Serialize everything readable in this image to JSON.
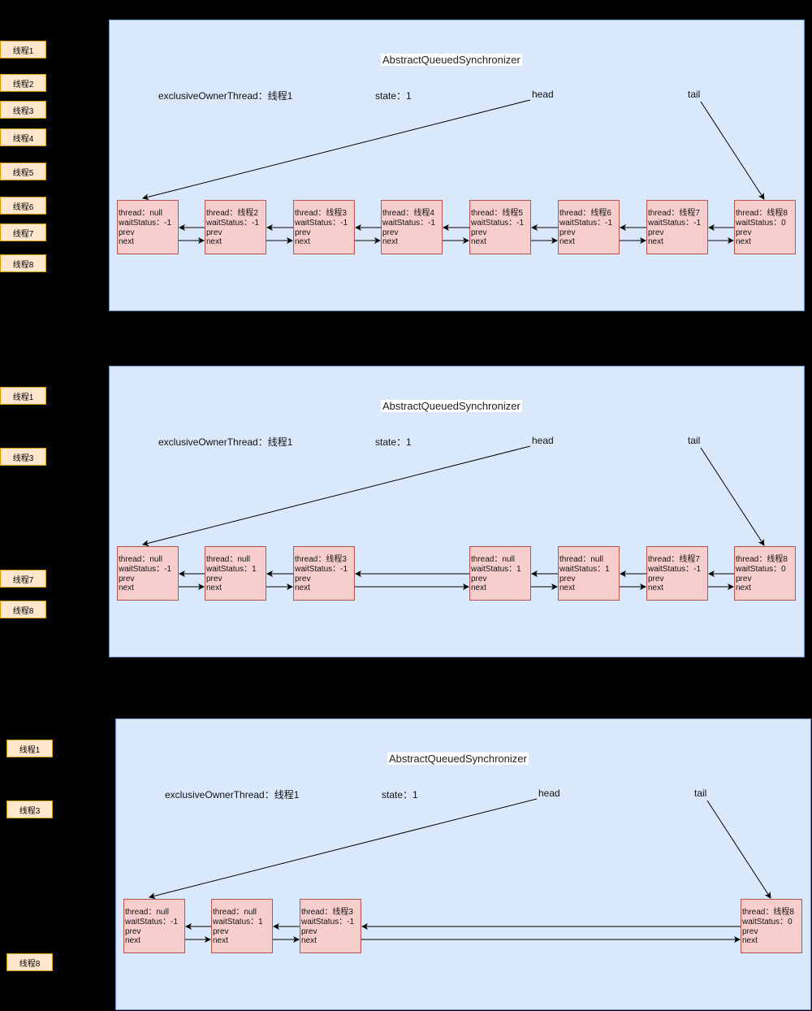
{
  "labels": {
    "thread": "thread：",
    "waitStatus": "waitStatus：",
    "prev": "prev",
    "next": "next"
  },
  "panels": [
    {
      "title": "AbstractQueuedSynchronizer",
      "owner": "exclusiveOwnerThread：线程1",
      "state": "state：1",
      "head": "head",
      "tail": "tail",
      "threads": [
        "线程1",
        "线程2",
        "线程3",
        "线程4",
        "线程5",
        "线程6",
        "线程7",
        "线程8"
      ],
      "nodes": [
        {
          "thread": "null",
          "waitStatus": "-1"
        },
        {
          "thread": "线程2",
          "waitStatus": "-1"
        },
        {
          "thread": "线程3",
          "waitStatus": "-1"
        },
        {
          "thread": "线程4",
          "waitStatus": "-1"
        },
        {
          "thread": "线程5",
          "waitStatus": "-1"
        },
        {
          "thread": "线程6",
          "waitStatus": "-1"
        },
        {
          "thread": "线程7",
          "waitStatus": "-1"
        },
        {
          "thread": "线程8",
          "waitStatus": "0"
        }
      ]
    },
    {
      "title": "AbstractQueuedSynchronizer",
      "owner": "exclusiveOwnerThread：线程1",
      "state": "state：1",
      "head": "head",
      "tail": "tail",
      "threads": [
        "线程1",
        "线程3",
        "线程7",
        "线程8"
      ],
      "nodes": [
        {
          "thread": "null",
          "waitStatus": "-1"
        },
        {
          "thread": "null",
          "waitStatus": "1"
        },
        {
          "thread": "线程3",
          "waitStatus": "-1"
        },
        {
          "thread": "null",
          "waitStatus": "1"
        },
        {
          "thread": "null",
          "waitStatus": "1"
        },
        {
          "thread": "线程7",
          "waitStatus": "-1"
        },
        {
          "thread": "线程8",
          "waitStatus": "0"
        }
      ]
    },
    {
      "title": "AbstractQueuedSynchronizer",
      "owner": "exclusiveOwnerThread：线程1",
      "state": "state：1",
      "head": "head",
      "tail": "tail",
      "threads": [
        "线程1",
        "线程3",
        "线程8"
      ],
      "nodes": [
        {
          "thread": "null",
          "waitStatus": "-1"
        },
        {
          "thread": "null",
          "waitStatus": "1"
        },
        {
          "thread": "线程3",
          "waitStatus": "-1"
        },
        {
          "thread": "线程8",
          "waitStatus": "0"
        }
      ]
    }
  ]
}
